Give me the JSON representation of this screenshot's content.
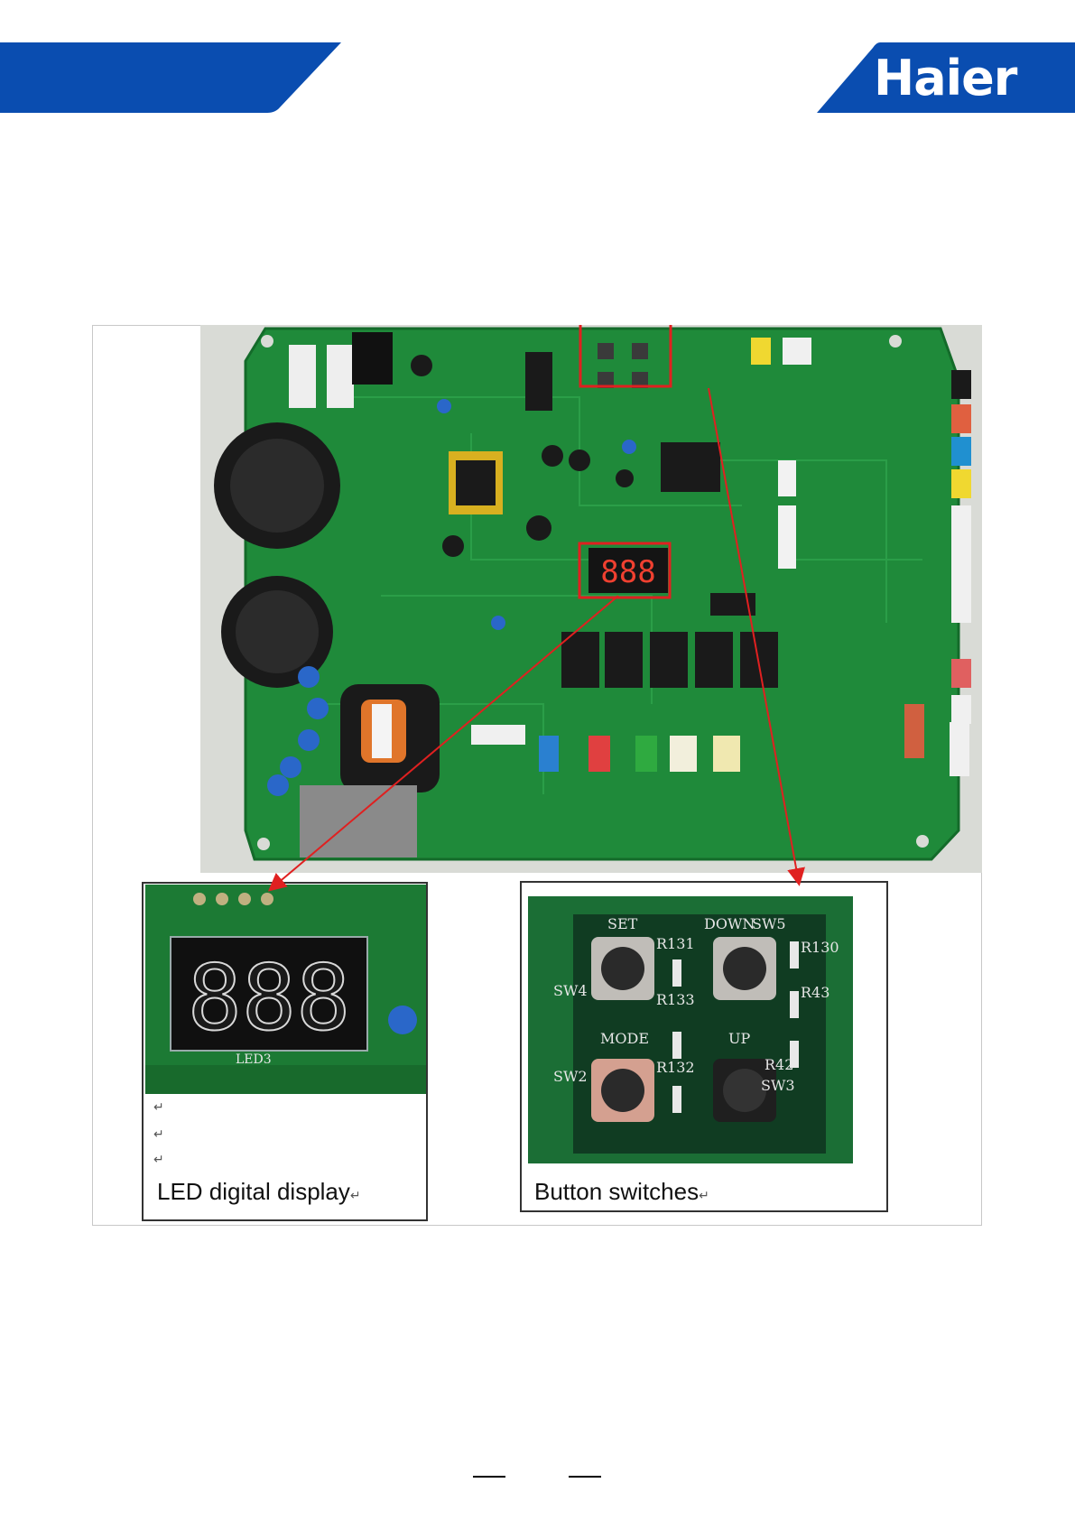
{
  "header": {
    "brand": "Haier",
    "banner_color": "#0a4db0"
  },
  "figure": {
    "board_display_digits": "888",
    "led_inset": {
      "display_digits": "888",
      "silk_label": "LED3",
      "caption": "LED digital display"
    },
    "button_inset": {
      "caption": "Button switches",
      "buttons": [
        "SET",
        "DOWN",
        "MODE",
        "UP"
      ],
      "switch_labels": [
        "SW5",
        "SW4",
        "SW2",
        "SW3"
      ],
      "resistor_labels": [
        "R131",
        "R130",
        "R133",
        "R43",
        "R132",
        "R42"
      ]
    },
    "highlight_color": "#e02020"
  },
  "footer": {
    "page_marks": [
      "—",
      "—"
    ]
  }
}
